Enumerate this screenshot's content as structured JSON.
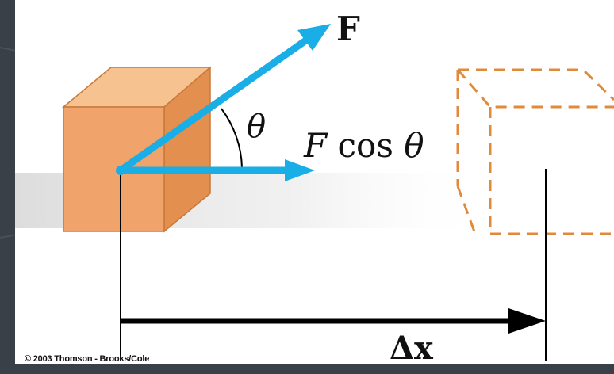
{
  "labels": {
    "force": "F",
    "theta": "θ",
    "force_component_F": "F",
    "force_component_cos": " cos ",
    "force_component_theta": "θ",
    "displacement": "Δx"
  },
  "credit": "© 2003 Thomson - Brooks/Cole",
  "colors": {
    "box_front": "#f0a36a",
    "box_top": "#f6c28f",
    "box_side": "#e28f4f",
    "box_outline": "#c8793a",
    "dashed_box": "#e08a3c",
    "force_arrow": "#1aaee6",
    "displacement_arrow": "#000000",
    "slide_background": "#3a4048"
  }
}
